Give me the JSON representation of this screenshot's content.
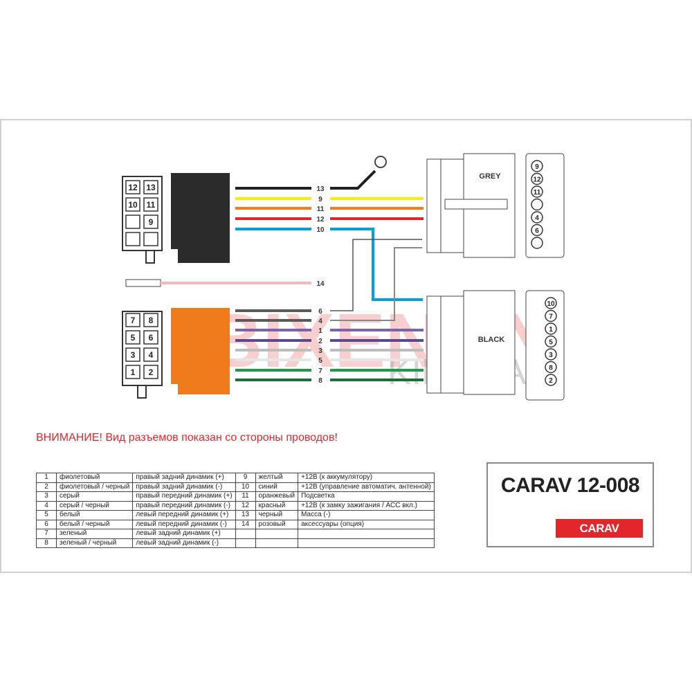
{
  "watermark": {
    "line1": "BIXENON",
    "line2": "KIEV.UA"
  },
  "connectors": {
    "iso_power_pins": [
      "12",
      "13",
      "10",
      "11",
      "",
      "9",
      "",
      ""
    ],
    "iso_speaker_pins": [
      "7",
      "8",
      "5",
      "6",
      "3",
      "4",
      "1",
      "2"
    ],
    "grey_label": "GREY",
    "black_label": "BLACK",
    "grey_pins": [
      "9",
      "12",
      "11",
      "",
      "4",
      "6",
      ""
    ],
    "black_pins": [
      "10",
      "7",
      "1",
      "5",
      "3",
      "8",
      "2"
    ]
  },
  "wires": [
    {
      "num": "13",
      "color": "#231f20",
      "group": "top"
    },
    {
      "num": "9",
      "color": "#ffed00",
      "group": "top"
    },
    {
      "num": "11",
      "color": "#f07f1a",
      "group": "top"
    },
    {
      "num": "12",
      "color": "#e3262b",
      "group": "top"
    },
    {
      "num": "10",
      "color": "#00a0e3",
      "group": "top"
    },
    {
      "num": "14",
      "color": "#f4b6bf",
      "group": "mid"
    },
    {
      "num": "6",
      "color": "#5a5a5a",
      "group": "bot"
    },
    {
      "num": "4",
      "color": "#5a5a5a",
      "group": "bot"
    },
    {
      "num": "1",
      "color": "#7b64a8",
      "group": "bot"
    },
    {
      "num": "2",
      "color": "#5b4a8a",
      "group": "bot"
    },
    {
      "num": "3",
      "color": "#bdbdbd",
      "group": "bot"
    },
    {
      "num": "5",
      "color": "#e6e6e6",
      "group": "bot"
    },
    {
      "num": "7",
      "color": "#1f9a48",
      "group": "bot"
    },
    {
      "num": "8",
      "color": "#17703a",
      "group": "bot"
    }
  ],
  "warning": "ВНИМАНИЕ! Вид разъемов показан со стороны проводов!",
  "table": [
    [
      "1",
      "фиолетовый",
      "правый задний динамик (+)",
      "9",
      "желтый",
      "+12В (к аккумулятору)"
    ],
    [
      "2",
      "фиолетовый / черный",
      "правый задний динамик (-)",
      "10",
      "синий",
      "+12В (управление автоматич. антенной)"
    ],
    [
      "3",
      "серый",
      "правый передний динамик (+)",
      "11",
      "оранжевый",
      "Подсветка"
    ],
    [
      "4",
      "серый / черный",
      "правый передний динамик (-)",
      "12",
      "красный",
      "+12В (к замку зажигания / АСС вкл.)"
    ],
    [
      "5",
      "белый",
      "левый передний динамик (+)",
      "13",
      "черный",
      "Масса (-)"
    ],
    [
      "6",
      "белый / черный",
      "левый передний динамик (-)",
      "14",
      "розовый",
      "аксессуары (опция)"
    ],
    [
      "7",
      "зеленый",
      "левый задний динамик (+)",
      "",
      "",
      ""
    ],
    [
      "8",
      "зеленый / черный",
      "левый задний динамик (-)",
      "",
      "",
      ""
    ]
  ],
  "model": {
    "title": "CARAV 12-008",
    "brand": "CARAV"
  }
}
